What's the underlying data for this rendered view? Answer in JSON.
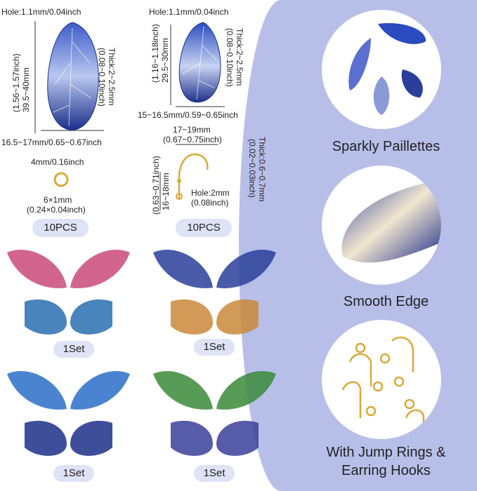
{
  "product": {
    "large_wing": {
      "hole": "Hole:1.1mm/0.04inch",
      "length_mm": "39.5~40mm",
      "length_in": "(1.56~1.57inch)",
      "thick_mm": "Thick:2~2.5mm",
      "thick_in": "(0.08~0.10inch)",
      "width": "16.5~17mm/0.65~0.67inch"
    },
    "small_wing": {
      "hole": "Hole:1.1mm/0.04inch",
      "length_mm": "29.5~30mm",
      "length_in": "(1.16~1.18inch)",
      "thick_mm": "Thick:2~2.5mm",
      "thick_in": "(0.08~0.10inch)",
      "width": "15~16.5mm/0.59~0.65inch"
    },
    "jump_ring": {
      "diameter": "4mm/0.16inch",
      "size_mm": "6×1mm",
      "size_in": "(0.24×0.04inch)",
      "quantity": "10PCS"
    },
    "earring_hook": {
      "width_mm": "17~19mm",
      "width_in": "(0.67~0.75inch)",
      "length_mm": "16~18mm",
      "length_in": "(0.63~0.71inch)",
      "thick_mm": "Thick:0.6~0.7mm",
      "thick_in": "(0.02~0.03inch)",
      "hole_mm": "Hole:2mm",
      "hole_in": "(0.08inch)",
      "quantity": "10PCS"
    }
  },
  "sets": [
    {
      "label": "1Set",
      "colors": [
        "#c94a7a",
        "#2a6fb0",
        "#e6b3c8"
      ]
    },
    {
      "label": "1Set",
      "colors": [
        "#2a3f9a",
        "#c98a3a",
        "#e8e3f2"
      ]
    },
    {
      "label": "1Set",
      "colors": [
        "#2a6fc8",
        "#1d2f8a",
        "#d8e6f6"
      ]
    },
    {
      "label": "1Set",
      "colors": [
        "#3a8a3a",
        "#3a3f9a",
        "#e3dcf2"
      ]
    }
  ],
  "features": [
    {
      "label": "Sparkly Paillettes"
    },
    {
      "label": "Smooth Edge"
    },
    {
      "label": "With Jump Rings &"
    },
    {
      "label": "Earring Hooks"
    }
  ],
  "colors": {
    "panel": "#b7bfe9",
    "badge": "#dfe3f6",
    "gold": "#d9a93a"
  }
}
